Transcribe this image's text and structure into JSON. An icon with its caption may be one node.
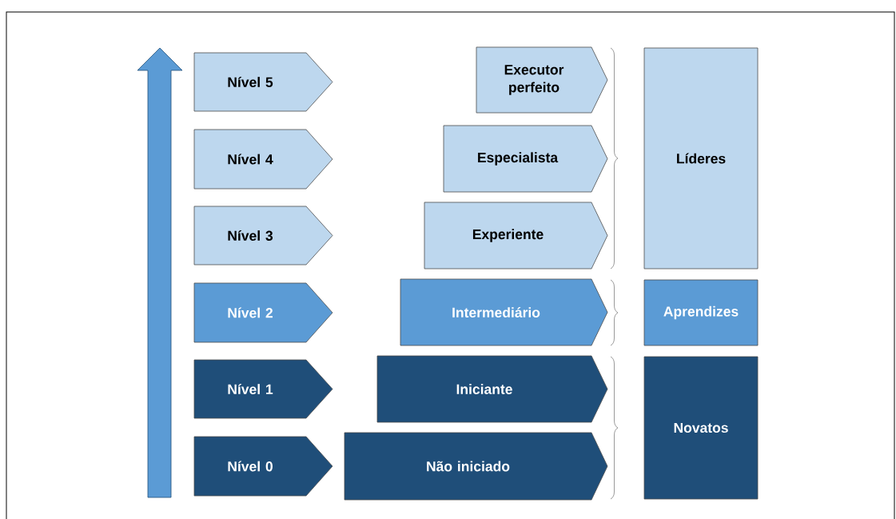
{
  "diagram": {
    "nodes": [
      {
        "text": [
          "Nível 5"
        ]
      },
      {
        "text": [
          "Nível 4"
        ]
      },
      {
        "text": [
          "Nível 3"
        ]
      },
      {
        "text": [
          "Nível 2"
        ]
      },
      {
        "text": [
          "Nível 1"
        ]
      },
      {
        "text": [
          "Nível 0"
        ]
      },
      {
        "text": [
          "Executor perfeito"
        ]
      },
      {
        "text": [
          "Especialista"
        ]
      },
      {
        "text": [
          "Experiente"
        ]
      },
      {
        "text": [
          "Intermediário"
        ]
      },
      {
        "text": [
          "Iniciante"
        ]
      },
      {
        "text": [
          "Não iniciado"
        ]
      },
      {
        "text": [
          "Líderes"
        ]
      },
      {
        "text": [
          "Aprendizes"
        ]
      },
      {
        "text": [
          "Novatos"
        ]
      }
    ]
  }
}
